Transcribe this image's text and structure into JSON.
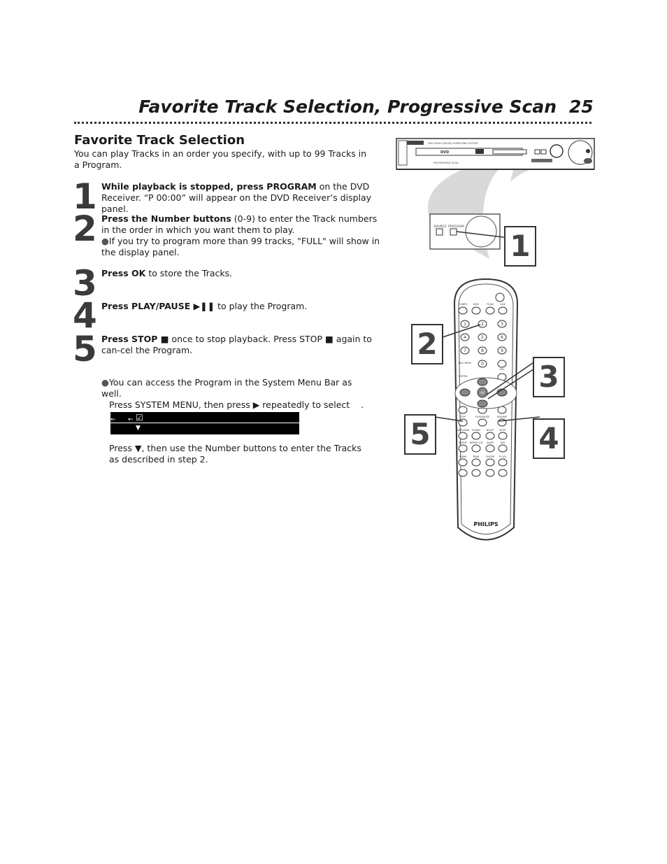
{
  "header": {
    "title": "Favorite Track Selection, Progressive Scan",
    "page_number": "25"
  },
  "section": {
    "title": "Favorite Track Selection",
    "intro": "You can play Tracks in an order you specify, with up to 99 Tracks in a Program."
  },
  "steps": [
    {
      "number": "1",
      "bold": "While playback is stopped, press PROGRAM",
      "rest": " on the DVD Receiver. “P 00:00” will appear on the DVD Receiver’s display panel."
    },
    {
      "number": "2",
      "bold": "Press the Number buttons",
      "rest": " (0-9) to enter the Track numbers in the order in which you want them to play.",
      "bullet": "If you try to program more than 99 tracks, \"FULL\" will show in the display panel."
    },
    {
      "number": "3",
      "bold": "Press OK",
      "rest": " to store the Tracks."
    },
    {
      "number": "4",
      "bold": "Press PLAY/PAUSE ▶❚❚",
      "rest": " to play the Program."
    },
    {
      "number": "5",
      "bold": "Press STOP ■",
      "rest": " once to stop playback. Press STOP ■ again to can-cel the Program."
    }
  ],
  "note": {
    "line1": "You can access the Program in the System Menu Bar as well.",
    "line2": "Press SYSTEM MENU, then press ▶ repeatedly to select",
    "line2_end": "."
  },
  "menubar": {
    "check": "☑",
    "down": "▼",
    "left1": "←",
    "left2": "←"
  },
  "note2": "Press ▼, then use the Number buttons to enter the Tracks as described in step 2.",
  "device": {
    "label_main": "DVD VIDEO DIGITAL SURROUND SYSTEM",
    "dvd_logo": "DVD",
    "progressive": "PROGRESSIVE SCAN",
    "source": "SOURCE",
    "program": "PROGRAM"
  },
  "remote": {
    "brand": "PHILIPS",
    "top_row": [
      "TUNER",
      "DISC",
      "TV/AV",
      "AUX"
    ],
    "digits": [
      "1",
      "2",
      "3",
      "4",
      "5",
      "6",
      "7",
      "8",
      "9",
      "0"
    ],
    "disc_menu": "DISC MENU",
    "system": "SYSTEM",
    "vol": "VOL",
    "ok": "OK",
    "stop": "STOP",
    "play_pause": "PLAY/PAUSE",
    "resume": "RESUME",
    "row_a": [
      "SURROUND",
      "SOUND",
      "NIGHT",
      "MUTE"
    ],
    "row_b": [
      "REPEAT",
      "REPEAT A-B",
      "SLEEP",
      "DIM"
    ],
    "row_c": [
      "SUBW",
      "REAR",
      "CENTER",
      "TV VOL"
    ]
  },
  "callouts": [
    "1",
    "2",
    "3",
    "4",
    "5"
  ]
}
